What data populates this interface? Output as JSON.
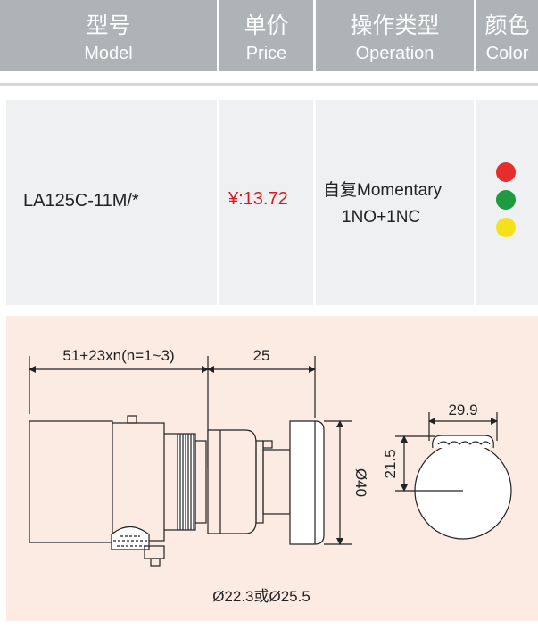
{
  "header": {
    "columns": [
      {
        "cn": "型号",
        "en": "Model"
      },
      {
        "cn": "单价",
        "en": "Price"
      },
      {
        "cn": "操作类型",
        "en": "Operation"
      },
      {
        "cn": "颜色",
        "en": "Color"
      }
    ]
  },
  "product": {
    "model": "LA125C-11M/*",
    "price": "¥:13.72",
    "operation_line1": "自复Momentary",
    "operation_line2": "1NO+1NC",
    "colors": [
      "#e52d2d",
      "#1e9b3e",
      "#f4e11c"
    ]
  },
  "drawing": {
    "dim_length": "51+23xn(n=1~3)",
    "dim_depth": "25",
    "dim_diameter": "Ø40",
    "dim_width": "29.9",
    "dim_height": "21.5",
    "mounting": "Ø22.3或Ø25.5"
  }
}
